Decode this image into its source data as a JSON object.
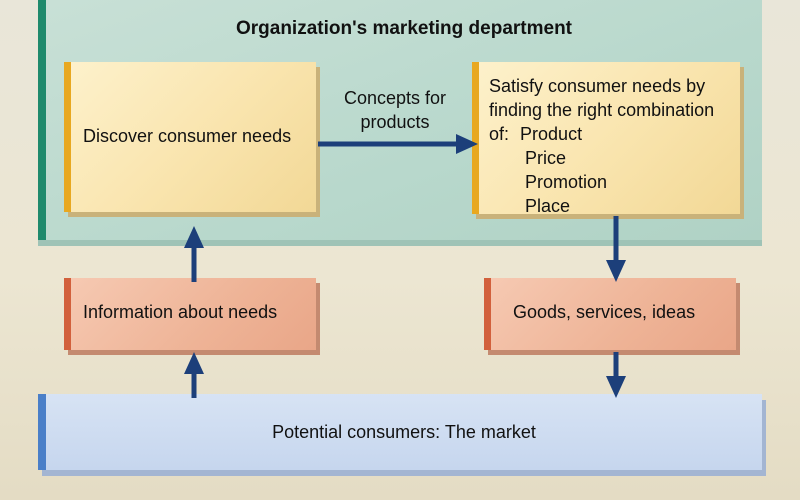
{
  "diagram": {
    "department_title": "Organization's marketing department",
    "discover": "Discover consumer needs",
    "concepts_line1": "Concepts for",
    "concepts_line2": "products",
    "satisfy_line1": "Satisfy consumer needs by",
    "satisfy_line2": "finding the right combination",
    "satisfy_of": "of:",
    "mix_items": [
      "Product",
      "Price",
      "Promotion",
      "Place"
    ],
    "info": "Information about needs",
    "goods": "Goods, services, ideas",
    "market": "Potential consumers: The market"
  },
  "colors": {
    "department": "#b8d8cc",
    "inner_box": "#f9e4ad",
    "flow_box": "#eeb396",
    "market_box": "#c6d6ee",
    "arrow": "#1c3f7a"
  }
}
